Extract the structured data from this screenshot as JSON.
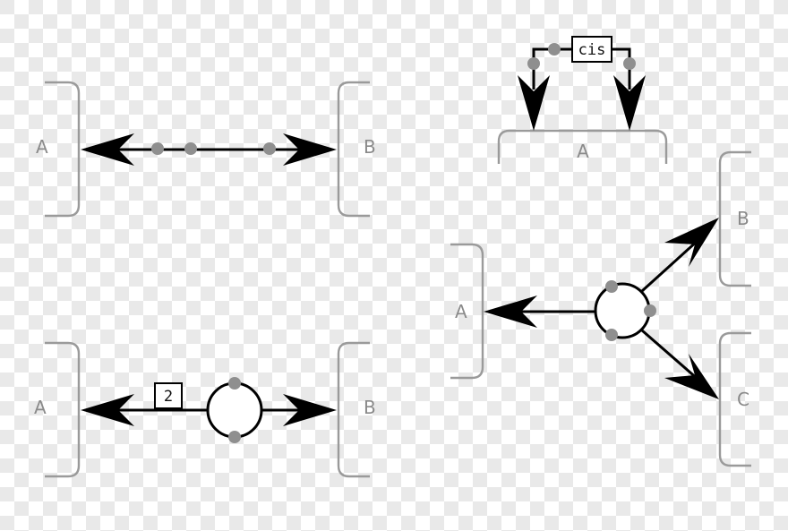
{
  "background": {
    "light": "#ffffff",
    "dark": "#e9e9e9"
  },
  "colors": {
    "bond": "#000000",
    "bracket": "#9a9a9a",
    "label": "#8a8a8a",
    "dot": "#8f8f8f"
  },
  "panel_top_left": {
    "left_label": "A",
    "right_label": "B"
  },
  "panel_bottom_left": {
    "left_label": "A",
    "right_label": "B",
    "box_label": "2"
  },
  "panel_top_right": {
    "group_label": "A",
    "box_label": "cis"
  },
  "panel_bottom_right": {
    "left_label": "A",
    "upper_right_label": "B",
    "lower_right_label": "C"
  }
}
